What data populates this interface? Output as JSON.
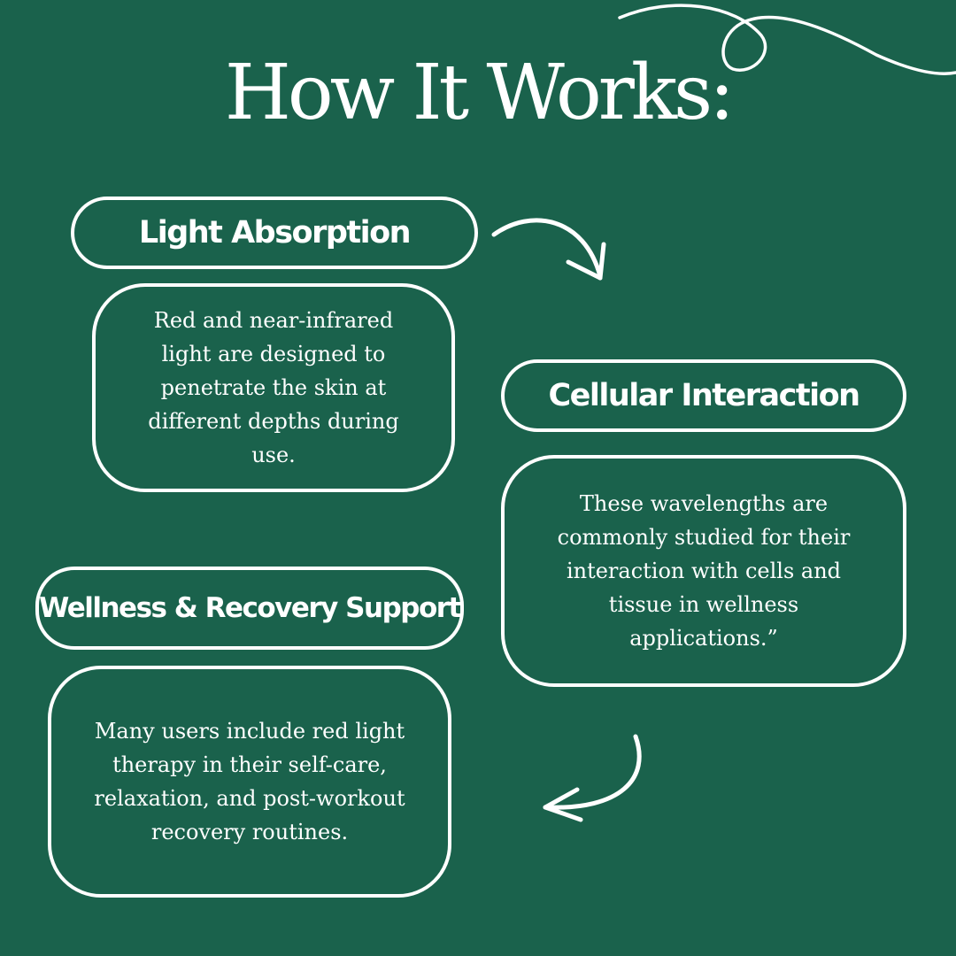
{
  "page": {
    "title": "How It Works:",
    "background": "#1a624c",
    "foreground": "#ffffff"
  },
  "steps": [
    {
      "heading": "Light Absorption",
      "body": "Red and near-infrared light are designed to penetrate the skin at different depths during use."
    },
    {
      "heading": "Cellular Interaction",
      "body": "These wavelengths are commonly studied for their interaction with cells and tissue in wellness applications.”"
    },
    {
      "heading": "Wellness & Recovery Support",
      "body": "Many users include red light therapy in their self-care, relaxation, and post-workout recovery routines."
    }
  ],
  "decorations": [
    "swirl-flourish",
    "curved-arrow-right",
    "curved-arrow-left"
  ]
}
